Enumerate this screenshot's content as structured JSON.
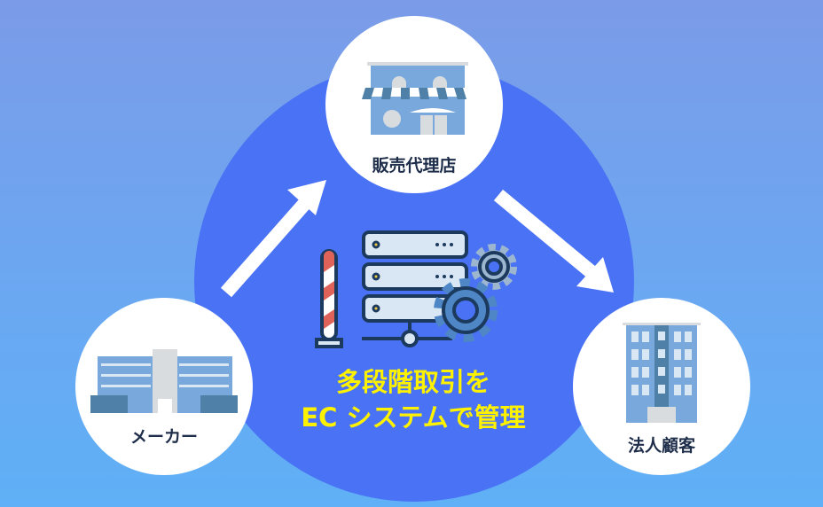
{
  "nodes": {
    "dealer": {
      "label": "販売代理店",
      "icon": "storefront-icon"
    },
    "maker": {
      "label": "メーカー",
      "icon": "factory-icon"
    },
    "corporate": {
      "label": "法人顧客",
      "icon": "office-building-icon"
    }
  },
  "center": {
    "line1": "多段階取引を",
    "line2": "EC システムで管理",
    "icon": "server-gears-icon"
  },
  "colors": {
    "big_circle": "#4a72f5",
    "text_accent": "#fff200",
    "label": "#1e2d4a"
  }
}
